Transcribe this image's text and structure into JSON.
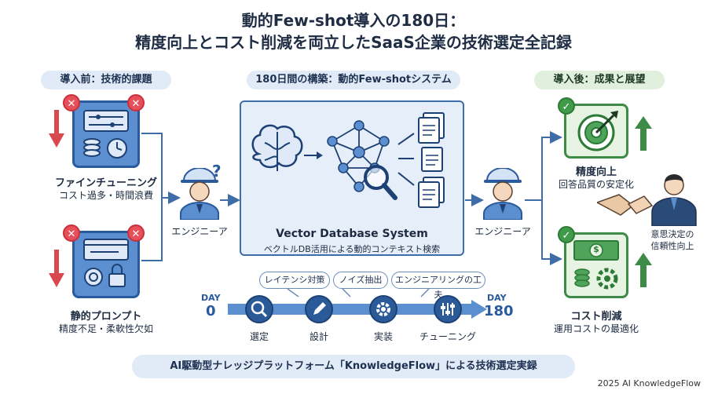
{
  "title_line1": "動的Few-shot導入の180日：",
  "title_line2": "精度向上とコスト削減を両立したSaaS企業の技術選定全記録",
  "before": {
    "header": "導入前：技術的課題",
    "item1_title": "ファインチューニング",
    "item1_desc": "コスト過多・時間浪費",
    "item2_title": "静的プロンプト",
    "item2_desc": "精度不足・柔軟性欠如",
    "badge_mark": "✕"
  },
  "engineer_label": "エンジニーア",
  "question_mark": "?",
  "build": {
    "header": "180日間の構築：動的Few-shotシステム",
    "system_title": "Vector Database System",
    "system_desc": "ベクトルDB活用による動的コンテキスト検索",
    "tags": [
      "レイテンシ対策",
      "ノイズ抽出",
      "エンジニアリングの工夫"
    ],
    "day_label": "DAY",
    "day_start": "0",
    "day_end": "180",
    "steps": [
      "選定",
      "設計",
      "実装",
      "チューニング"
    ]
  },
  "after": {
    "header": "導入後：成果と展望",
    "item1_title": "精度向上",
    "item1_desc": "回答品質の安定化",
    "item2_title": "コスト削減",
    "item2_desc": "運用コストの最適化",
    "trust_line1": "意思決定の",
    "trust_line2": "信頼性向上",
    "badge_mark": "✓",
    "dollar": "$"
  },
  "footer": "AI駆動型ナレッジプラットフォーム「KnowledgeFlow」による技術選定実録",
  "credit": "2025 AI KnowledgeFlow",
  "colors": {
    "blue_card": "#5b8fd0",
    "dark_blue": "#2a5a9e",
    "green": "#3d8b46",
    "red": "#e6505a"
  }
}
